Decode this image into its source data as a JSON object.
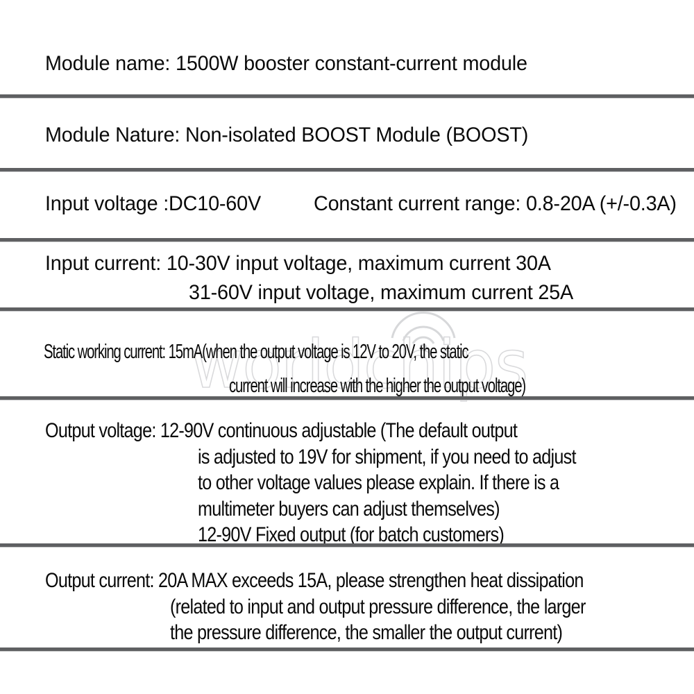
{
  "document": {
    "title": "1500W booster constant-current module specifications",
    "background_color": "#ffffff",
    "text_color": "#0a0a0a",
    "divider_color": "#5f6062"
  },
  "watermark": {
    "text": "worldchips",
    "icon": "wifi-arcs-icon",
    "color": "#d7d8da"
  },
  "specs": [
    {
      "id": "module-name",
      "lines": [
        "Module name: 1500W booster constant-current module"
      ]
    },
    {
      "id": "module-nature",
      "lines": [
        "Module Nature: Non-isolated BOOST Module (BOOST)"
      ]
    },
    {
      "id": "input-voltage",
      "left": "Input voltage :DC10-60V",
      "right": "Constant current range: 0.8-20A (+/-0.3A)"
    },
    {
      "id": "input-current",
      "lines": [
        "Input current: 10-30V input voltage, maximum current 30A",
        "31-60V input voltage, maximum current 25A"
      ]
    },
    {
      "id": "static-working-current",
      "lines": [
        "Static working current: 15mA(when the output voltage is 12V to 20V, the static",
        "current will increase with the higher the output voltage)"
      ]
    },
    {
      "id": "output-voltage",
      "lines": [
        "Output voltage: 12-90V continuous adjustable (The default output",
        "is adjusted to 19V for shipment, if you need to adjust",
        "to other voltage values please explain. If there is a",
        "multimeter buyers can adjust themselves)",
        "12-90V Fixed output (for batch customers)"
      ]
    },
    {
      "id": "output-current",
      "lines": [
        "Output current: 20A MAX exceeds 15A, please strengthen heat dissipation",
        "(related to input and output pressure difference, the larger",
        "the pressure difference, the smaller the output current)"
      ]
    }
  ]
}
